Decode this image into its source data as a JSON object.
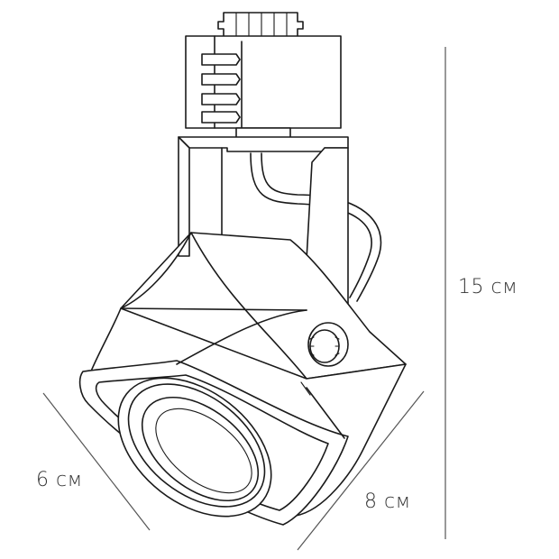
{
  "dimensions": {
    "height": "15 см",
    "width": "6 см",
    "depth": "8 см"
  },
  "colors": {
    "line": "#1a1a1a",
    "dimension_line": "#555555",
    "text": "#333333",
    "background": "#ffffff"
  }
}
